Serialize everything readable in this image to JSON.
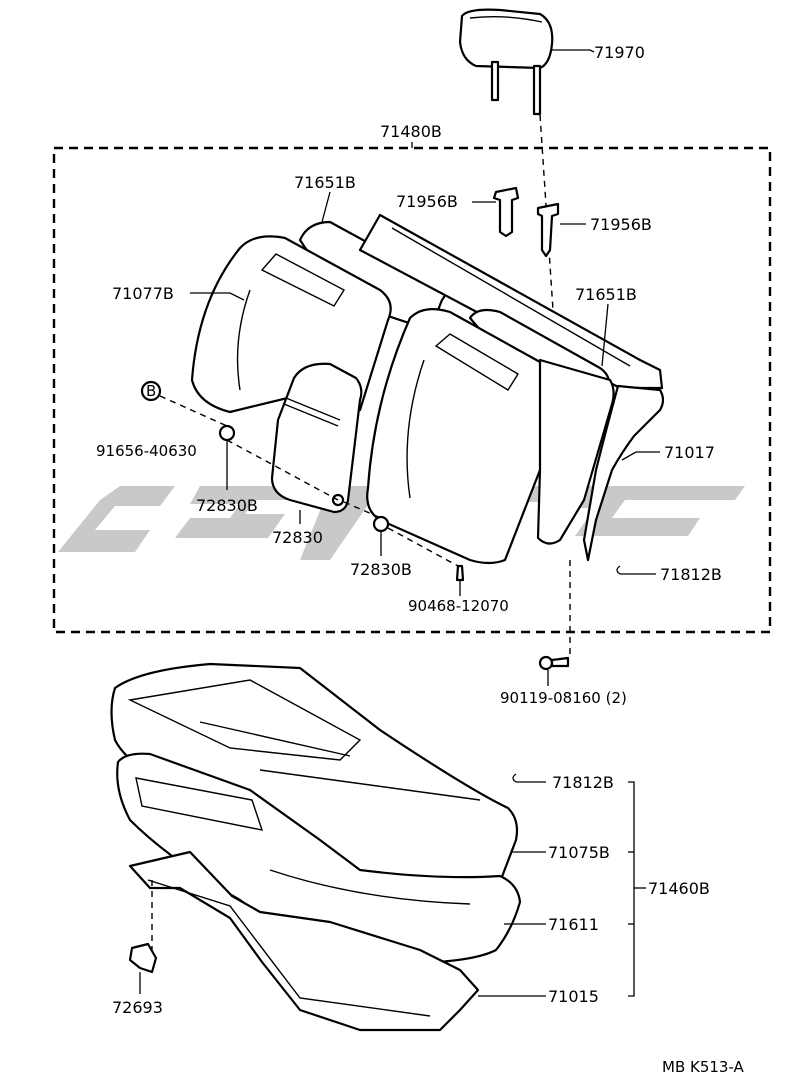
{
  "labels": {
    "headrest": "71970",
    "back_assembly": "71480B",
    "back_frame_left": "71651B",
    "clip_left": "71956B",
    "clip_right": "71956B",
    "back_cover_left": "71077B",
    "back_frame_right": "71651B",
    "bolt_b": "91656-40630",
    "hook_left": "72830B",
    "back_board": "71017",
    "armrest": "72830",
    "hook_right": "72830B",
    "hook_small_top": "71812B",
    "pin": "90468-12070",
    "bolt": "90119-08160 (2)",
    "hook_small_bottom": "71812B",
    "cushion_cover": "71075B",
    "cushion_assembly": "71460B",
    "cushion_pad": "71611",
    "cushion_frame": "71015",
    "clip_bottom": "72693",
    "ref_code": "MB K513-A"
  },
  "marker_b": "B"
}
